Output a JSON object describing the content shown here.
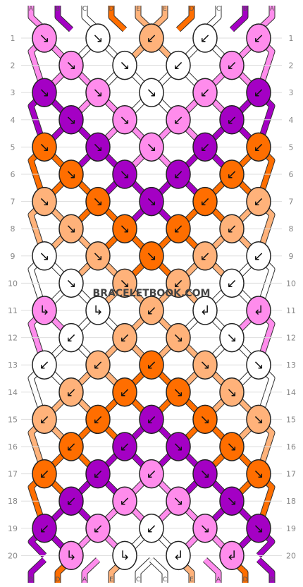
{
  "watermark": "BRACELETBOOK.COM",
  "colors": {
    "A": "#ff8cec",
    "B": "#a400c4",
    "C": "#ffffff",
    "D": "#ff6e00",
    "E": "#ffb27a"
  },
  "top_strands": [
    "A",
    "B",
    "C",
    "D",
    "E",
    "E",
    "D",
    "C",
    "B",
    "A"
  ],
  "bottom_strands": [
    "B",
    "D",
    "A",
    "E",
    "C",
    "C",
    "E",
    "A",
    "D",
    "B"
  ],
  "row_labels": [
    "1",
    "2",
    "3",
    "4",
    "5",
    "6",
    "7",
    "8",
    "9",
    "10",
    "11",
    "12",
    "13",
    "14",
    "15",
    "16",
    "17",
    "18",
    "19",
    "20"
  ],
  "knots": [
    {
      "row": 1,
      "items": [
        {
          "c": "A",
          "d": "↘"
        },
        {
          "c": "C",
          "d": "↘"
        },
        {
          "c": "E",
          "d": "↙"
        },
        {
          "c": "C",
          "d": "↙"
        },
        {
          "c": "A",
          "d": "↙"
        }
      ]
    },
    {
      "row": 2,
      "items": [
        {
          "c": "A",
          "d": "↘"
        },
        {
          "c": "C",
          "d": "↘"
        },
        {
          "c": "C",
          "d": "↙"
        },
        {
          "c": "A",
          "d": "↙"
        }
      ]
    },
    {
      "row": 3,
      "items": [
        {
          "c": "B",
          "d": "↘"
        },
        {
          "c": "A",
          "d": "↘"
        },
        {
          "c": "C",
          "d": "↘"
        },
        {
          "c": "A",
          "d": "↙"
        },
        {
          "c": "B",
          "d": "↙"
        }
      ]
    },
    {
      "row": 4,
      "items": [
        {
          "c": "B",
          "d": "↘"
        },
        {
          "c": "A",
          "d": "↘"
        },
        {
          "c": "A",
          "d": "↙"
        },
        {
          "c": "B",
          "d": "↙"
        }
      ]
    },
    {
      "row": 5,
      "items": [
        {
          "c": "D",
          "d": "↘"
        },
        {
          "c": "B",
          "d": "↘"
        },
        {
          "c": "A",
          "d": "↘"
        },
        {
          "c": "B",
          "d": "↙"
        },
        {
          "c": "D",
          "d": "↙"
        }
      ]
    },
    {
      "row": 6,
      "items": [
        {
          "c": "D",
          "d": "↘"
        },
        {
          "c": "B",
          "d": "↘"
        },
        {
          "c": "B",
          "d": "↙"
        },
        {
          "c": "D",
          "d": "↙"
        }
      ]
    },
    {
      "row": 7,
      "items": [
        {
          "c": "E",
          "d": "↘"
        },
        {
          "c": "D",
          "d": "↘"
        },
        {
          "c": "B",
          "d": "↘"
        },
        {
          "c": "D",
          "d": "↙"
        },
        {
          "c": "E",
          "d": "↙"
        }
      ]
    },
    {
      "row": 8,
      "items": [
        {
          "c": "E",
          "d": "↘"
        },
        {
          "c": "D",
          "d": "↘"
        },
        {
          "c": "D",
          "d": "↙"
        },
        {
          "c": "E",
          "d": "↙"
        }
      ]
    },
    {
      "row": 9,
      "items": [
        {
          "c": "C",
          "d": "↘"
        },
        {
          "c": "E",
          "d": "↘"
        },
        {
          "c": "D",
          "d": "↘"
        },
        {
          "c": "E",
          "d": "↙"
        },
        {
          "c": "C",
          "d": "↙"
        }
      ]
    },
    {
      "row": 10,
      "items": [
        {
          "c": "C",
          "d": "↘"
        },
        {
          "c": "E",
          "d": "↘"
        },
        {
          "c": "E",
          "d": "↙"
        },
        {
          "c": "C",
          "d": "↙"
        }
      ]
    },
    {
      "row": 11,
      "items": [
        {
          "c": "A",
          "d": "↳"
        },
        {
          "c": "C",
          "d": "↳"
        },
        {
          "c": "E",
          "d": "↙"
        },
        {
          "c": "C",
          "d": "↲"
        },
        {
          "c": "A",
          "d": "↲"
        }
      ]
    },
    {
      "row": 12,
      "items": [
        {
          "c": "C",
          "d": "↙"
        },
        {
          "c": "E",
          "d": "↙"
        },
        {
          "c": "E",
          "d": "↘"
        },
        {
          "c": "C",
          "d": "↘"
        }
      ]
    },
    {
      "row": 13,
      "items": [
        {
          "c": "C",
          "d": "↙"
        },
        {
          "c": "E",
          "d": "↙"
        },
        {
          "c": "D",
          "d": "↙"
        },
        {
          "c": "E",
          "d": "↘"
        },
        {
          "c": "C",
          "d": "↘"
        }
      ]
    },
    {
      "row": 14,
      "items": [
        {
          "c": "E",
          "d": "↙"
        },
        {
          "c": "D",
          "d": "↙"
        },
        {
          "c": "D",
          "d": "↘"
        },
        {
          "c": "E",
          "d": "↘"
        }
      ]
    },
    {
      "row": 15,
      "items": [
        {
          "c": "E",
          "d": "↙"
        },
        {
          "c": "D",
          "d": "↙"
        },
        {
          "c": "B",
          "d": "↙"
        },
        {
          "c": "D",
          "d": "↘"
        },
        {
          "c": "E",
          "d": "↘"
        }
      ]
    },
    {
      "row": 16,
      "items": [
        {
          "c": "D",
          "d": "↙"
        },
        {
          "c": "B",
          "d": "↙"
        },
        {
          "c": "B",
          "d": "↘"
        },
        {
          "c": "D",
          "d": "↘"
        }
      ]
    },
    {
      "row": 17,
      "items": [
        {
          "c": "D",
          "d": "↙"
        },
        {
          "c": "B",
          "d": "↙"
        },
        {
          "c": "A",
          "d": "↙"
        },
        {
          "c": "B",
          "d": "↘"
        },
        {
          "c": "D",
          "d": "↘"
        }
      ]
    },
    {
      "row": 18,
      "items": [
        {
          "c": "B",
          "d": "↙"
        },
        {
          "c": "A",
          "d": "↙"
        },
        {
          "c": "A",
          "d": "↘"
        },
        {
          "c": "B",
          "d": "↘"
        }
      ]
    },
    {
      "row": 19,
      "items": [
        {
          "c": "B",
          "d": "↙"
        },
        {
          "c": "A",
          "d": "↙"
        },
        {
          "c": "C",
          "d": "↙"
        },
        {
          "c": "A",
          "d": "↘"
        },
        {
          "c": "B",
          "d": "↘"
        }
      ]
    },
    {
      "row": 20,
      "items": [
        {
          "c": "A",
          "d": "↳"
        },
        {
          "c": "C",
          "d": "↳"
        },
        {
          "c": "C",
          "d": "↲"
        },
        {
          "c": "A",
          "d": "↲"
        }
      ]
    }
  ]
}
